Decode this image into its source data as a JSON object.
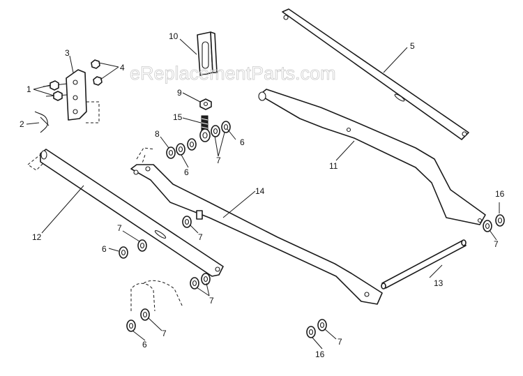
{
  "watermark": "eReplacementParts.com",
  "callouts": {
    "c1": "1",
    "c2": "2",
    "c3": "3",
    "c4": "4",
    "c5": "5",
    "c6a": "6",
    "c6b": "6",
    "c6c": "6",
    "c6d": "6",
    "c7a": "7",
    "c7b": "7",
    "c7c": "7",
    "c7d": "7",
    "c7e": "7",
    "c7f": "7",
    "c8": "8",
    "c9": "9",
    "c10": "10",
    "c11": "11",
    "c12": "12",
    "c13": "13",
    "c14": "14",
    "c15": "15",
    "c16a": "16",
    "c16b": "16"
  },
  "colors": {
    "line": "#1a1a1a",
    "background": "#ffffff",
    "watermark": "#c9c9c9"
  }
}
